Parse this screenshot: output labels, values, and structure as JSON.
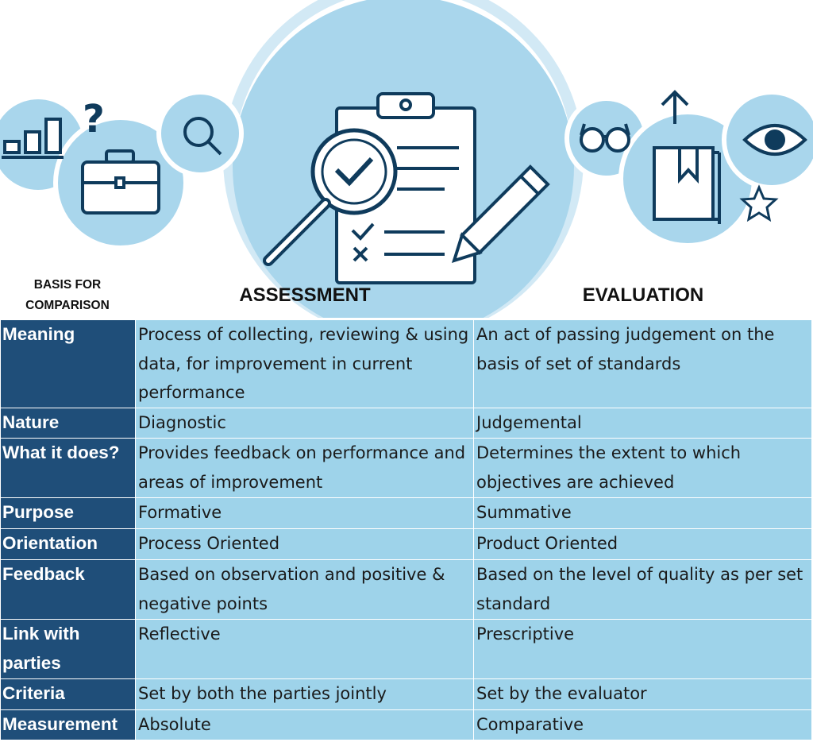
{
  "header": {
    "basis_label": "BASIS FOR COMPARISON",
    "col_assessment": "ASSESSMENT",
    "col_evaluation": "EVALUATION"
  },
  "rows": [
    {
      "label": "Meaning",
      "assessment": "Process of collecting, reviewing & using data, for improvement in current performance",
      "evaluation": "An act of passing judgement on the basis of set of standards"
    },
    {
      "label": "Nature",
      "assessment": "Diagnostic",
      "evaluation": "Judgemental"
    },
    {
      "label": "What it does?",
      "assessment": "Provides feedback on performance and areas of improvement",
      "evaluation": "Determines the extent to which objectives are achieved"
    },
    {
      "label": "Purpose",
      "assessment": "Formative",
      "evaluation": "Summative"
    },
    {
      "label": "Orientation",
      "assessment": "Process Oriented",
      "evaluation": "Product Oriented"
    },
    {
      "label": "Feedback",
      "assessment": "Based on observation and positive & negative points",
      "evaluation": "Based on the level of quality as per set standard"
    },
    {
      "label": "Link with parties",
      "assessment": "Reflective",
      "evaluation": "Prescriptive"
    },
    {
      "label": "Criteria",
      "assessment": "Set by both the parties jointly",
      "evaluation": "Set by the evaluator"
    },
    {
      "label": "Measurement",
      "assessment": "Absolute",
      "evaluation": "Comparative"
    }
  ],
  "colors": {
    "label_bg": "#1f4e79",
    "cell_bg": "#9ed3ea",
    "art_light": "#a9d6ec",
    "art_dark": "#0f3b5c"
  }
}
